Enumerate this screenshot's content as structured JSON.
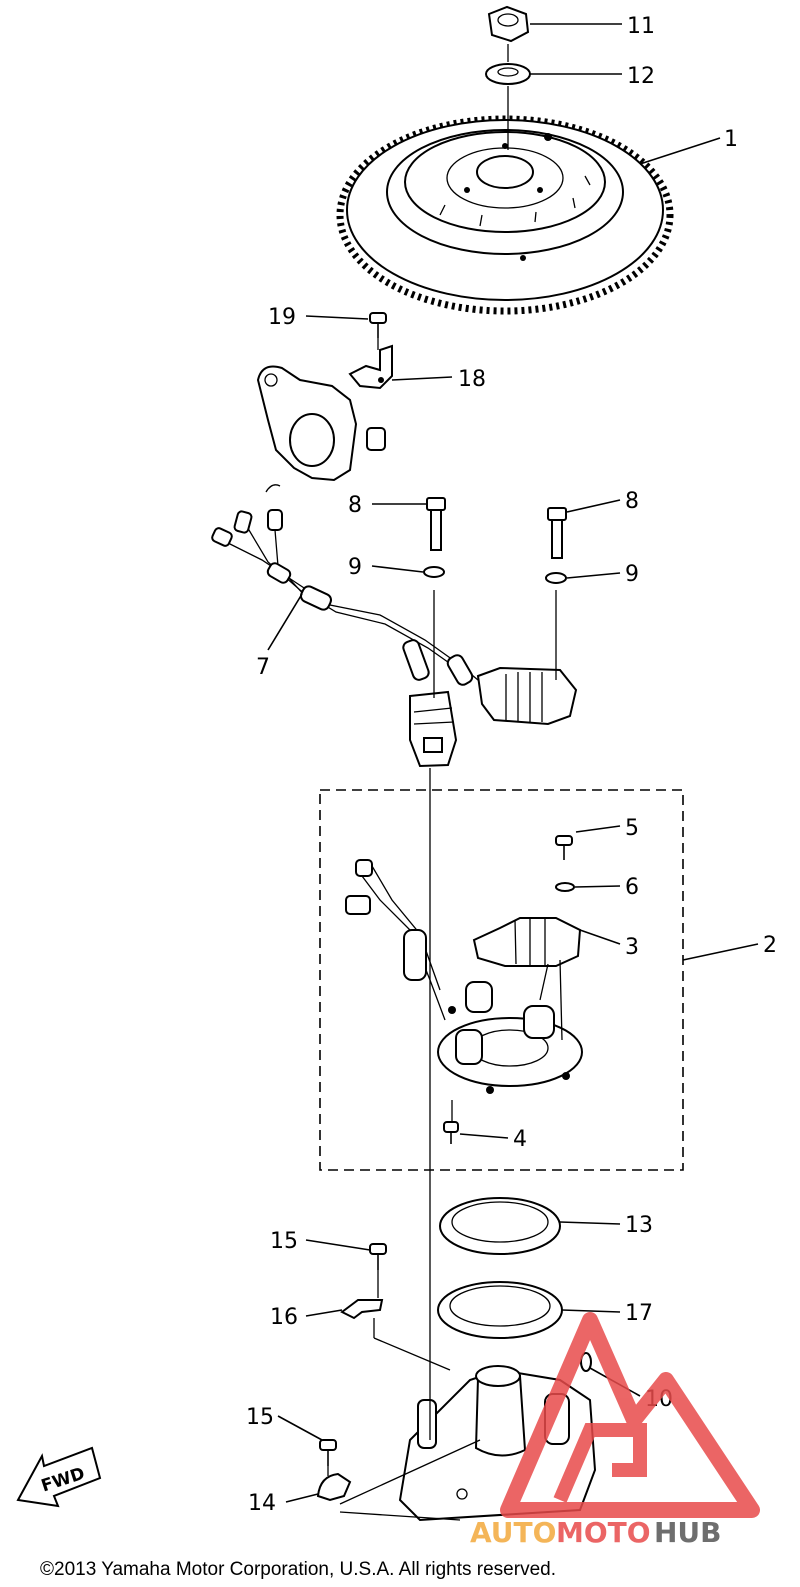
{
  "callouts": [
    {
      "id": "c11",
      "text": "11"
    },
    {
      "id": "c12",
      "text": "12"
    },
    {
      "id": "c1",
      "text": "1"
    },
    {
      "id": "c19",
      "text": "19"
    },
    {
      "id": "c18",
      "text": "18"
    },
    {
      "id": "c8a",
      "text": "8"
    },
    {
      "id": "c8b",
      "text": "8"
    },
    {
      "id": "c9a",
      "text": "9"
    },
    {
      "id": "c9b",
      "text": "9"
    },
    {
      "id": "c7",
      "text": "7"
    },
    {
      "id": "c5",
      "text": "5"
    },
    {
      "id": "c6",
      "text": "6"
    },
    {
      "id": "c3",
      "text": "3"
    },
    {
      "id": "c2",
      "text": "2"
    },
    {
      "id": "c4",
      "text": "4"
    },
    {
      "id": "c13",
      "text": "13"
    },
    {
      "id": "c15a",
      "text": "15"
    },
    {
      "id": "c16",
      "text": "16"
    },
    {
      "id": "c17",
      "text": "17"
    },
    {
      "id": "c10",
      "text": "10"
    },
    {
      "id": "c15b",
      "text": "15"
    },
    {
      "id": "c14",
      "text": "14"
    }
  ],
  "fwd_label": "FWD",
  "watermark": {
    "part1": "AUTO",
    "part2": "MOTO",
    "part3": "HUB"
  },
  "copyright": "©2013 Yamaha Motor Corporation, U.S.A. All rights reserved.",
  "colors": {
    "watermark_red": "#e84b4b",
    "watermark_orange": "#f3a93c",
    "watermark_dark": "#555555"
  }
}
